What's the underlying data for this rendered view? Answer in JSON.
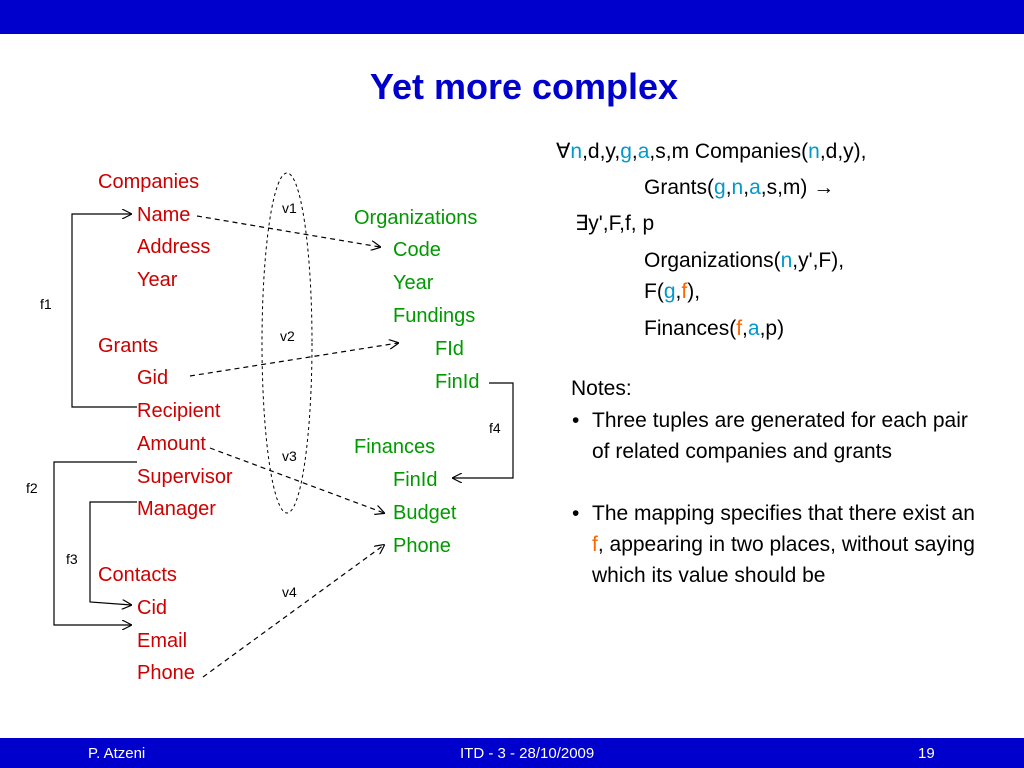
{
  "slide": {
    "title": "Yet more complex",
    "colors": {
      "bar": "#0000CC",
      "source": "#CC0000",
      "target": "#009900",
      "var_n": "#0099CC",
      "var_f": "#FF6600"
    }
  },
  "footer": {
    "author": "P. Atzeni",
    "course": "ITD - 3 - 28/10/2009",
    "page": "19"
  },
  "source_schema": {
    "companies": {
      "name": "Companies",
      "attrs": [
        "Name",
        "Address",
        "Year"
      ]
    },
    "grants": {
      "name": "Grants",
      "attrs": [
        "Gid",
        "Recipient",
        "Amount",
        "Supervisor",
        "Manager"
      ]
    },
    "contacts": {
      "name": "Contacts",
      "attrs": [
        "Cid",
        "Email",
        "Phone"
      ]
    }
  },
  "target_schema": {
    "organizations": {
      "name": "Organizations",
      "attrs": [
        "Code",
        "Year",
        "Fundings"
      ],
      "sub_attrs": [
        "FId",
        "FinId"
      ]
    },
    "finances": {
      "name": "Finances",
      "attrs": [
        "FinId",
        "Budget",
        "Phone"
      ]
    }
  },
  "constraints": {
    "f1": "f1",
    "f2": "f2",
    "f3": "f3",
    "f4": "f4",
    "v1": "v1",
    "v2": "v2",
    "v3": "v3",
    "v4": "v4"
  },
  "formula": {
    "forall": "∀",
    "n": "n",
    "d": ",d,y,",
    "g": "g",
    "comma": ",",
    "a": "a",
    "rest1": ",s,m Companies(",
    "l1_tail": ",d,y),",
    "grants": "Grants(",
    "close_arrow": ",s,m) →",
    "exists": "∃",
    "exists_vars": "y',F,f, p",
    "orgs": "Organizations(",
    "orgs_tail": ",y',F),",
    "F_open": "F(",
    "f": "f",
    "F_close": "),",
    "fin": "Finances(",
    "fin_tail": ",p)"
  },
  "notes": {
    "title": "Notes:",
    "bullet": "•",
    "items": [
      "Three tuples are generated for each pair of related companies and grants",
      "The mapping specifies that there exist an "
    ],
    "item2_var": "f",
    "item2_tail": ", appearing in two places, without saying which its value should be"
  }
}
